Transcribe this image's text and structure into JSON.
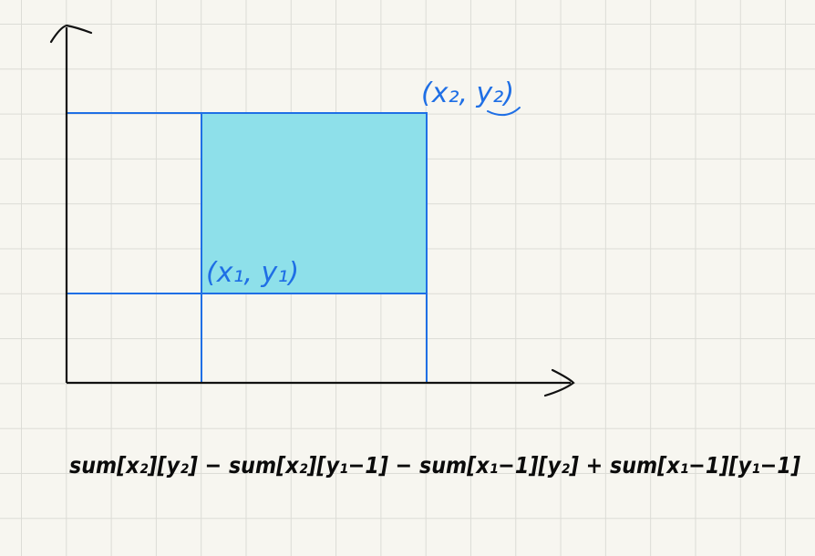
{
  "diagram": {
    "point_top_right": "(x₂, y₂)",
    "point_bottom_left": "(x₁, y₁)",
    "formula": "sum[x₂][y₂] − sum[x₂][y₁−1] − sum[x₁−1][y₂] + sum[x₁−1][y₁−1]"
  },
  "colors": {
    "axis": "#111111",
    "grid_line": "#1f6fe5",
    "highlight_fill": "#8ee0ea",
    "label": "#1f6fe5",
    "background": "#f7f6f0"
  }
}
